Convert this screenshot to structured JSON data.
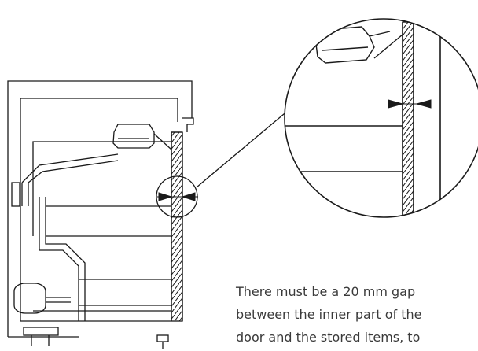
{
  "caption": {
    "lines": [
      "There must be a 20 mm gap",
      "between the inner part of the",
      "door and the stored items, to"
    ]
  },
  "colors": {
    "line": "#1a1a1a",
    "text": "#3a3a3a",
    "background": "#ffffff"
  }
}
